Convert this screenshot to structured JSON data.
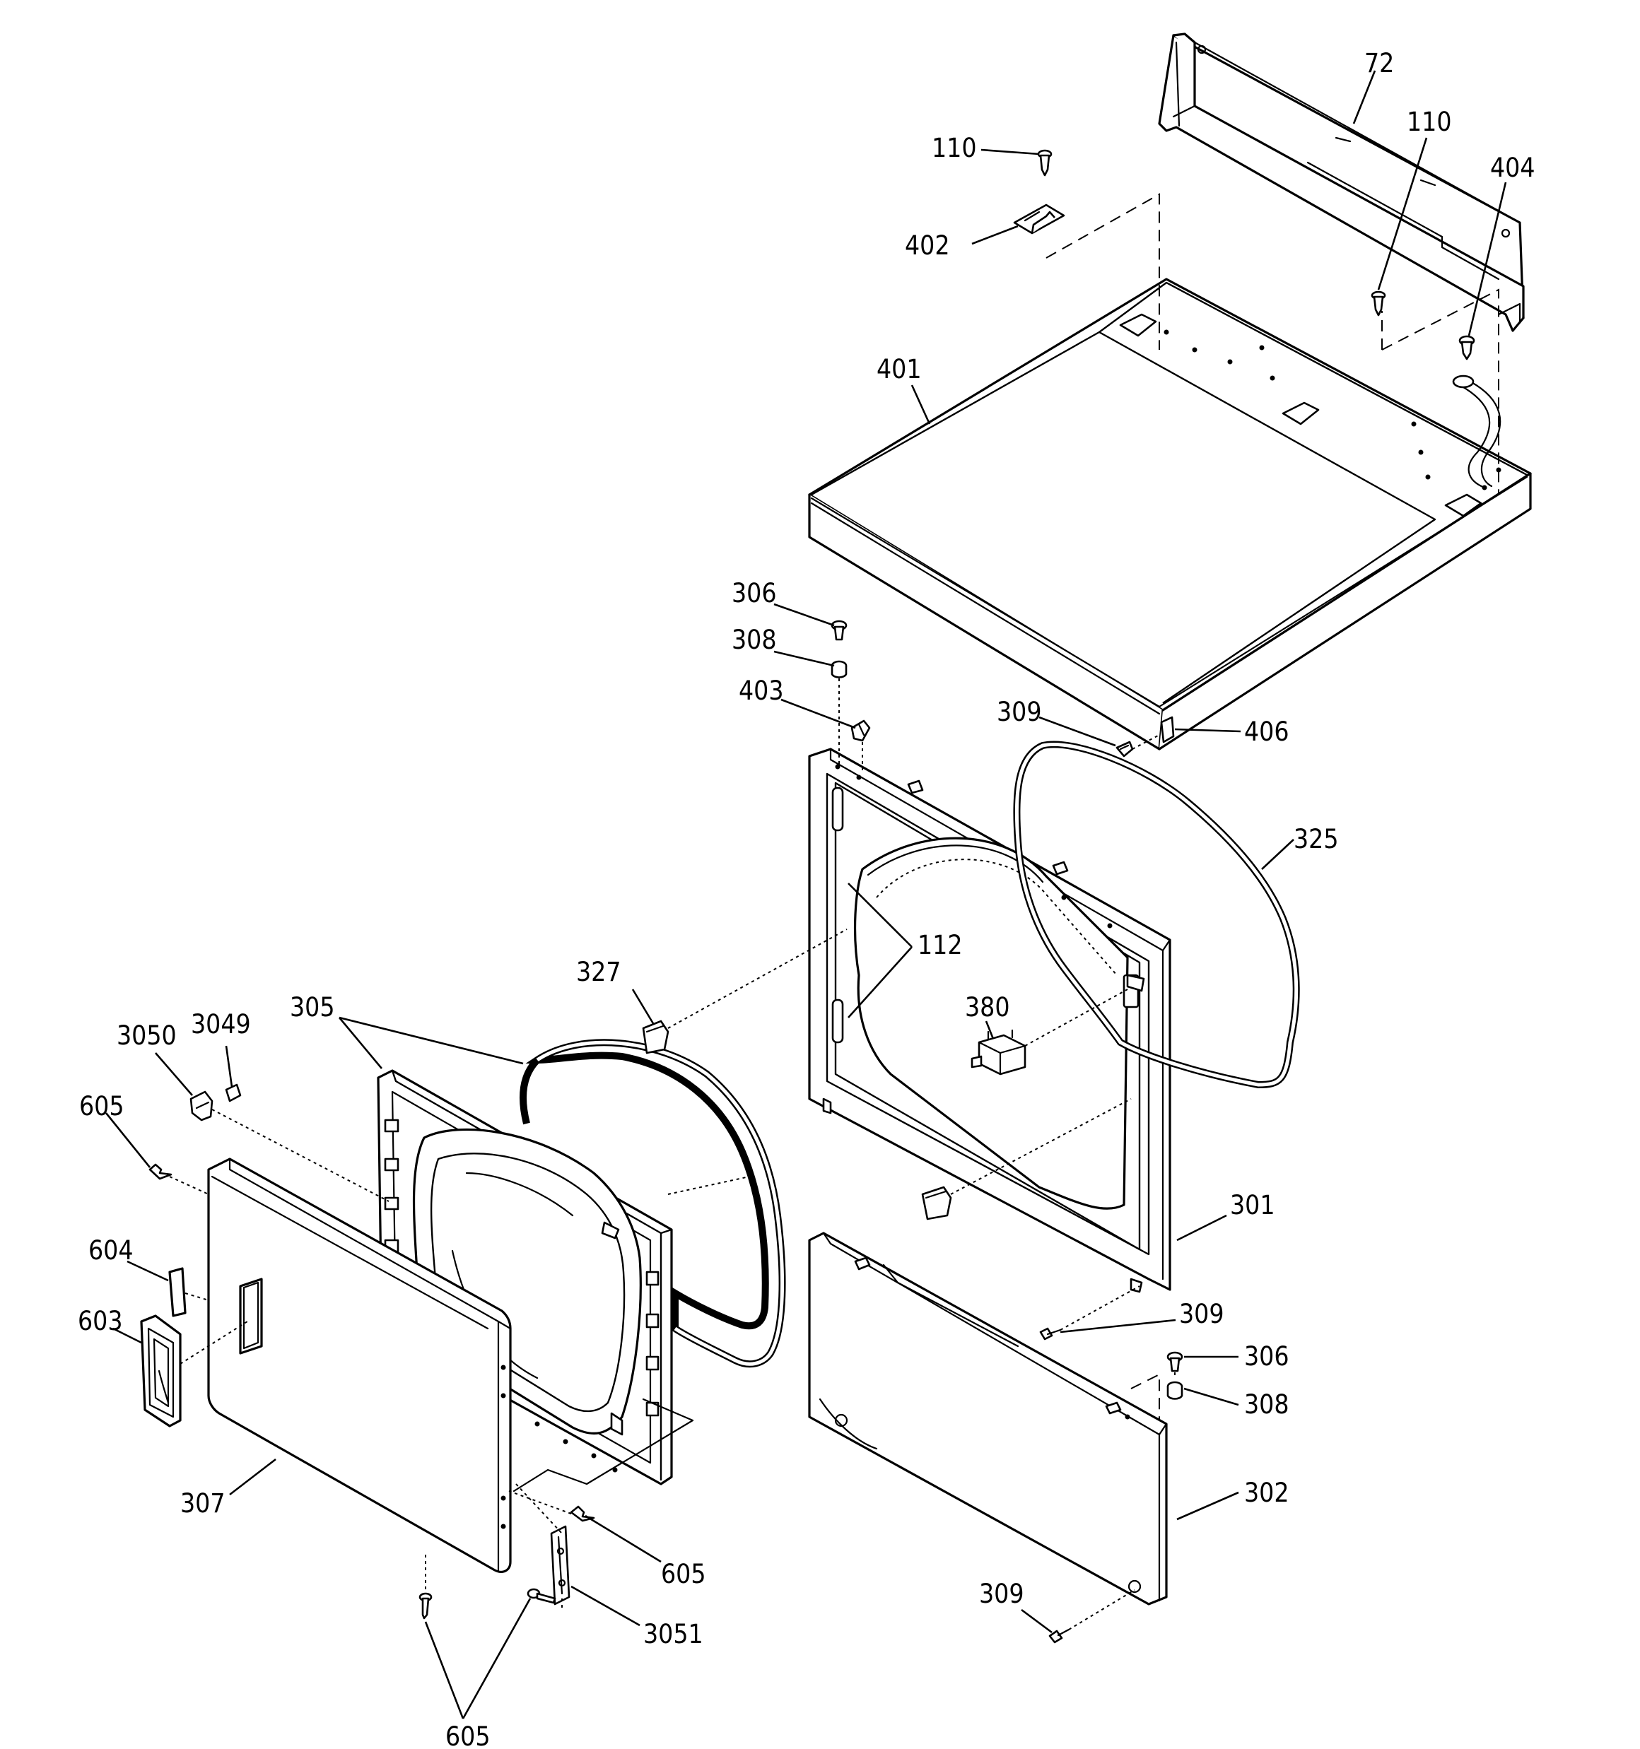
{
  "callouts": {
    "c72": "72",
    "c110_top": "110",
    "c110_panel": "110",
    "c404": "404",
    "c402": "402",
    "c401": "401",
    "c306_top": "306",
    "c308_top": "308",
    "c403": "403",
    "c309_top": "309",
    "c406": "406",
    "c325": "325",
    "c112": "112",
    "c327": "327",
    "c380": "380",
    "c305": "305",
    "c3050": "3050",
    "c3049": "3049",
    "c605_left": "605",
    "c604": "604",
    "c603": "603",
    "c301": "301",
    "c309_mid": "309",
    "c306_bottom": "306",
    "c308_bottom": "308",
    "c302": "302",
    "c307": "307",
    "c605_hinge": "605",
    "c3051": "3051",
    "c309_bottom": "309",
    "c605_bottom": "605"
  }
}
